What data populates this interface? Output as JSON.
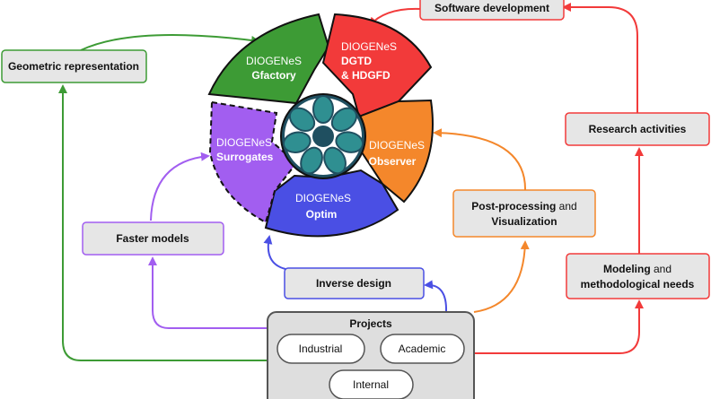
{
  "colors": {
    "green": "#3d9b35",
    "red": "#f23a3a",
    "orange": "#f4872b",
    "blue": "#4a4fe4",
    "purple": "#a25ef0",
    "box_fill": "#e6e6e6",
    "projects_fill": "#dedede",
    "logo_teal": "#2f8f91",
    "logo_dark": "#1f4f60"
  },
  "segments": {
    "gfactory": {
      "line1": "DIOGENeS",
      "line2": "Gfactory"
    },
    "dgtd": {
      "line1": "DIOGENeS",
      "line2": "DGTD",
      "line3": "& HDGFD"
    },
    "observer": {
      "line1": "DIOGENeS",
      "line2": "Observer"
    },
    "optim": {
      "line1": "DIOGENeS",
      "line2": "Optim"
    },
    "surrogates": {
      "line1": "DIOGENeS",
      "line2": "Surrogates"
    }
  },
  "boxes": {
    "software_development": "Software development",
    "geometric_representation": "Geometric representation",
    "research_activities": "Research activities",
    "post_processing": {
      "bold1": "Post-processing",
      "normal1": " and",
      "bold2": "Visualization"
    },
    "faster_models": "Faster models",
    "inverse_design": "Inverse design",
    "modeling": {
      "bold1": "Modeling",
      "normal1": " and",
      "bold2": "methodological needs"
    }
  },
  "projects": {
    "title": "Projects",
    "items": [
      "Industrial",
      "Academic",
      "Internal"
    ]
  }
}
